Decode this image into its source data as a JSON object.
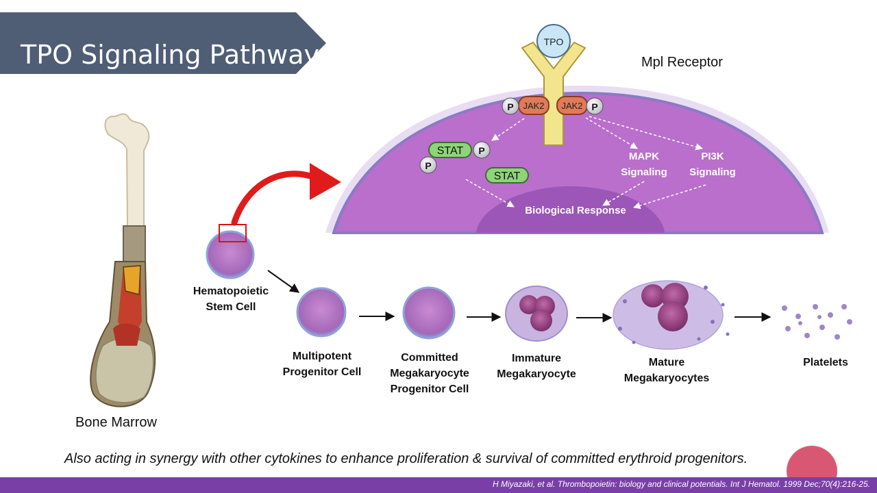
{
  "title": "TPO Signaling Pathway",
  "receptor": {
    "ligand": "TPO",
    "name": "Mpl Receptor",
    "jak_left": "JAK2",
    "jak_right": "JAK2",
    "phospho": "P",
    "stat_1": "STAT",
    "stat_2": "STAT",
    "mapk_line1": "MAPK",
    "mapk_line2": "Signaling",
    "pi3k_line1": "PI3K",
    "pi3k_line2": "Signaling",
    "response": "Biological Response"
  },
  "bone_label": "Bone Marrow",
  "cells": {
    "hsc": [
      "Hematopoietic",
      "Stem Cell"
    ],
    "multipotent": [
      "Multipotent",
      "Progenitor Cell"
    ],
    "committed": [
      "Committed",
      "Megakaryocyte",
      "Progenitor Cell"
    ],
    "immature": [
      "Immature",
      "Megakaryocyte"
    ],
    "mature": [
      "Mature",
      "Megakaryocytes"
    ],
    "platelets": [
      "Platelets"
    ]
  },
  "note": "Also acting in synergy with other cytokines to enhance proliferation & survival of committed erythroid progenitors.",
  "citation": "H Miyazaki, et al. Thrombopoietin: biology and clinical potentials. Int J Hematol. 1999 Dec;70(4):216-25.",
  "colors": {
    "banner": "#4f5d75",
    "cell_body": "#c98ad2",
    "membrane": "#8a7bc4",
    "receptor": "#f3e58e",
    "jak": "#e07a5a",
    "stat": "#8fd47a",
    "arrow_red": "#e01b1b",
    "footer": "#7a3fa6"
  }
}
